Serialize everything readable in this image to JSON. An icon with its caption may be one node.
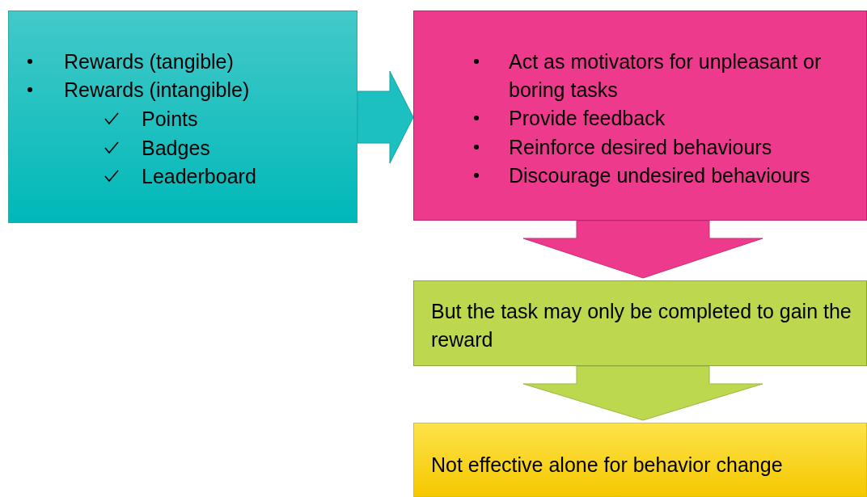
{
  "diagram": {
    "nodes": [
      {
        "text": [
          "Rewards (tangible)",
          "Rewards (intangible)",
          "Points",
          "Badges",
          "Leaderboard"
        ]
      },
      {
        "text": [
          "Act as motivators for unpleasant or boring tasks",
          "Provide feedback",
          "Reinforce desired behaviours",
          "Discourage undesired behaviours"
        ]
      },
      {
        "text": [
          "But the task may only be completed to gain the reward"
        ]
      },
      {
        "text": [
          "Not effective alone for behavior change"
        ]
      }
    ],
    "edges": [
      {
        "from": 0,
        "to": 1,
        "arrow": "to",
        "color": "#1cc0c0"
      },
      {
        "from": 1,
        "to": 2,
        "arrow": "to",
        "color": "#ee3a8c"
      },
      {
        "from": 2,
        "to": 3,
        "arrow": "to",
        "color": "#bcd84e"
      }
    ]
  }
}
